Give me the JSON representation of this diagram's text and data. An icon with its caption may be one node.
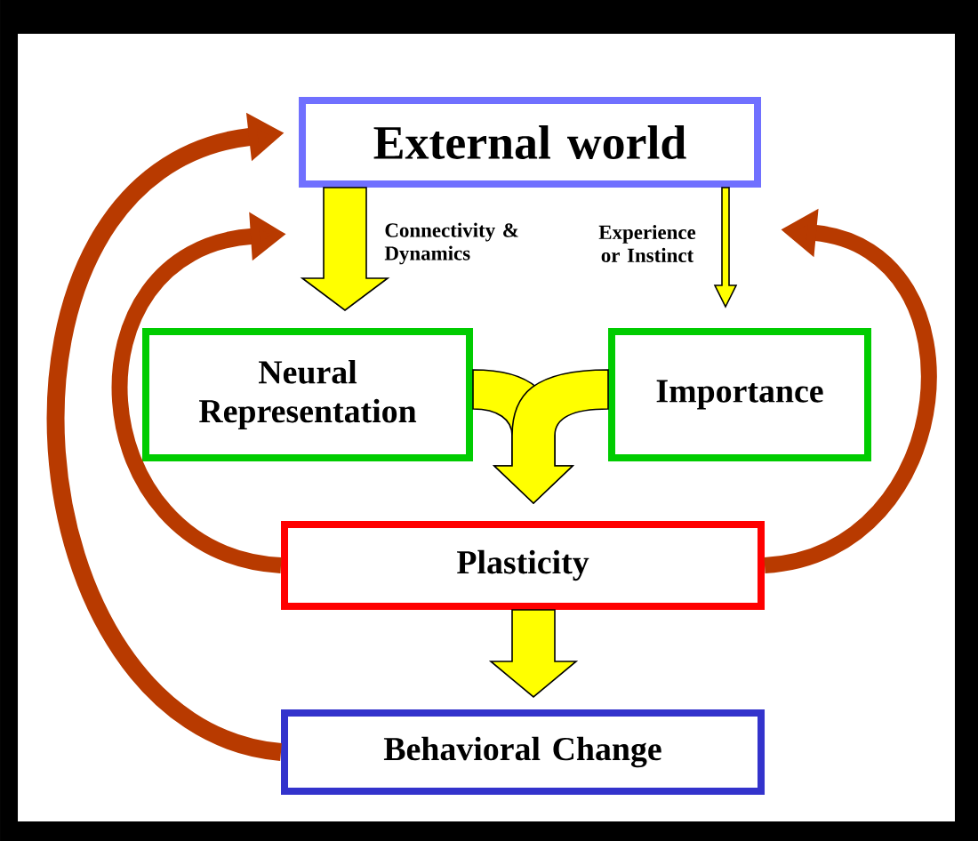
{
  "diagram": {
    "nodes": [
      {
        "text": [
          "External world"
        ]
      },
      {
        "text": [
          "Neural Representation"
        ]
      },
      {
        "text": [
          "Importance"
        ]
      },
      {
        "text": [
          "Plasticity"
        ]
      },
      {
        "text": [
          "Behavioral Change"
        ]
      }
    ],
    "edges": [
      {
        "from": 0,
        "to": 1,
        "arrow": "to",
        "label": "Connectivity & Dynamics"
      },
      {
        "from": 0,
        "to": 2,
        "arrow": "to",
        "label": "Experience or Instinct"
      },
      {
        "from": 1,
        "to": 3,
        "arrow": "to"
      },
      {
        "from": 2,
        "to": 3,
        "arrow": "to"
      },
      {
        "from": 3,
        "to": 4,
        "arrow": "to"
      },
      {
        "from": 4,
        "to": 0,
        "arrow": "to",
        "color": "#b83a00"
      },
      {
        "from": 3,
        "to": null,
        "arrow": "to",
        "color": "#b83a00"
      },
      {
        "from": 3,
        "to": null,
        "arrow": "to",
        "color": "#b83a00"
      }
    ]
  }
}
